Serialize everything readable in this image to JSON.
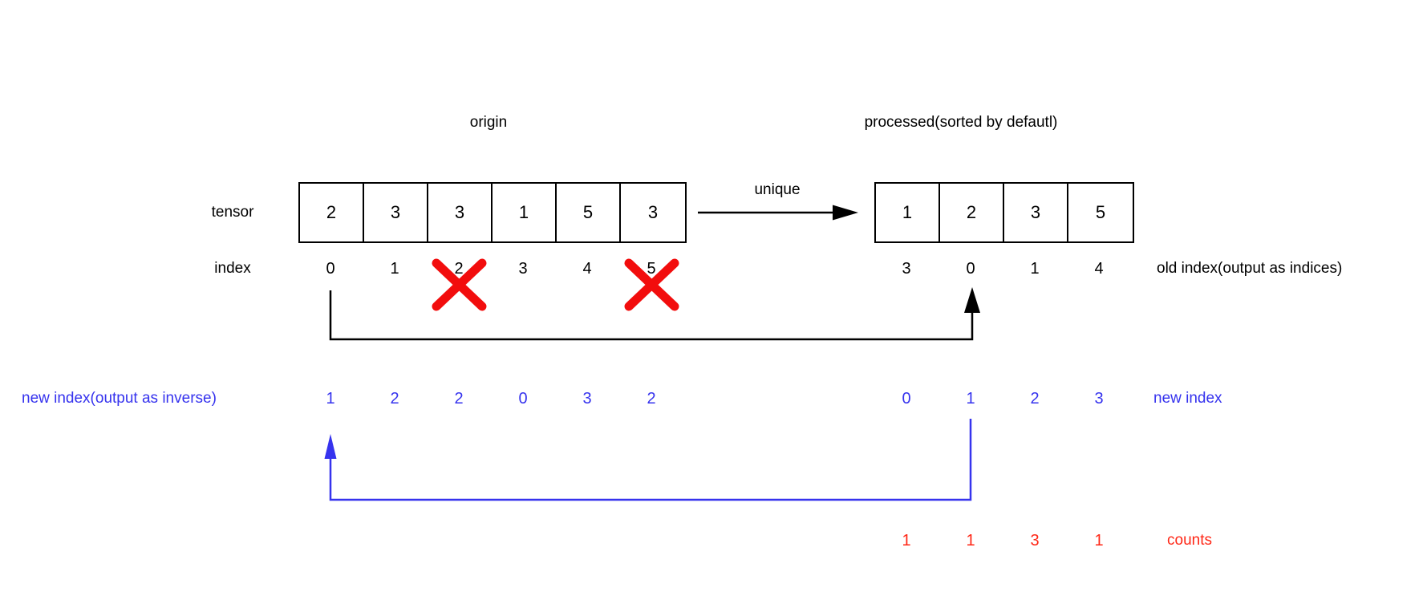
{
  "titles": {
    "left": "origin",
    "right": "processed(sorted by defautl)",
    "unique_label": "unique"
  },
  "left_panel": {
    "tensor_label": "tensor",
    "index_label": "index",
    "cells": [
      "2",
      "3",
      "3",
      "1",
      "5",
      "3"
    ],
    "indices": [
      "0",
      "1",
      "2",
      "3",
      "4",
      "5"
    ],
    "crossed_out_indices": [
      "2",
      "5"
    ],
    "new_index_label": "new index(output as inverse)",
    "new_indices": [
      "1",
      "2",
      "2",
      "0",
      "3",
      "2"
    ]
  },
  "right_panel": {
    "cells": [
      "1",
      "2",
      "3",
      "5"
    ],
    "old_indices": [
      "3",
      "0",
      "1",
      "4"
    ],
    "old_index_label": "old index(output as indices)",
    "new_indices": [
      "0",
      "1",
      "2",
      "3"
    ],
    "new_index_label": "new index",
    "counts": [
      "1",
      "1",
      "3",
      "1"
    ],
    "counts_label": "counts"
  },
  "colors": {
    "black": "#000000",
    "blue": "#3633ee",
    "red_text": "#ff2716",
    "red_x": "#f20d0d"
  }
}
